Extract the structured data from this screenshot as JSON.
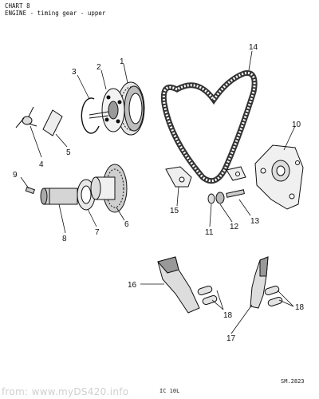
{
  "header": {
    "chart_ref": "CHART 8",
    "title": "ENGINE - timing gear - upper"
  },
  "callouts": [
    "1",
    "2",
    "3",
    "4",
    "5",
    "6",
    "7",
    "8",
    "9",
    "10",
    "11",
    "12",
    "13",
    "14",
    "15",
    "16",
    "17",
    "18",
    "18",
    "18",
    "18"
  ],
  "footer": {
    "ref_code": "SM.2823",
    "page_code": "IC 10L",
    "watermark": "from: www.myDS420.info"
  },
  "colors": {
    "ink": "#111111",
    "paper": "#ffffff",
    "watermark": "#cfcfcf"
  }
}
